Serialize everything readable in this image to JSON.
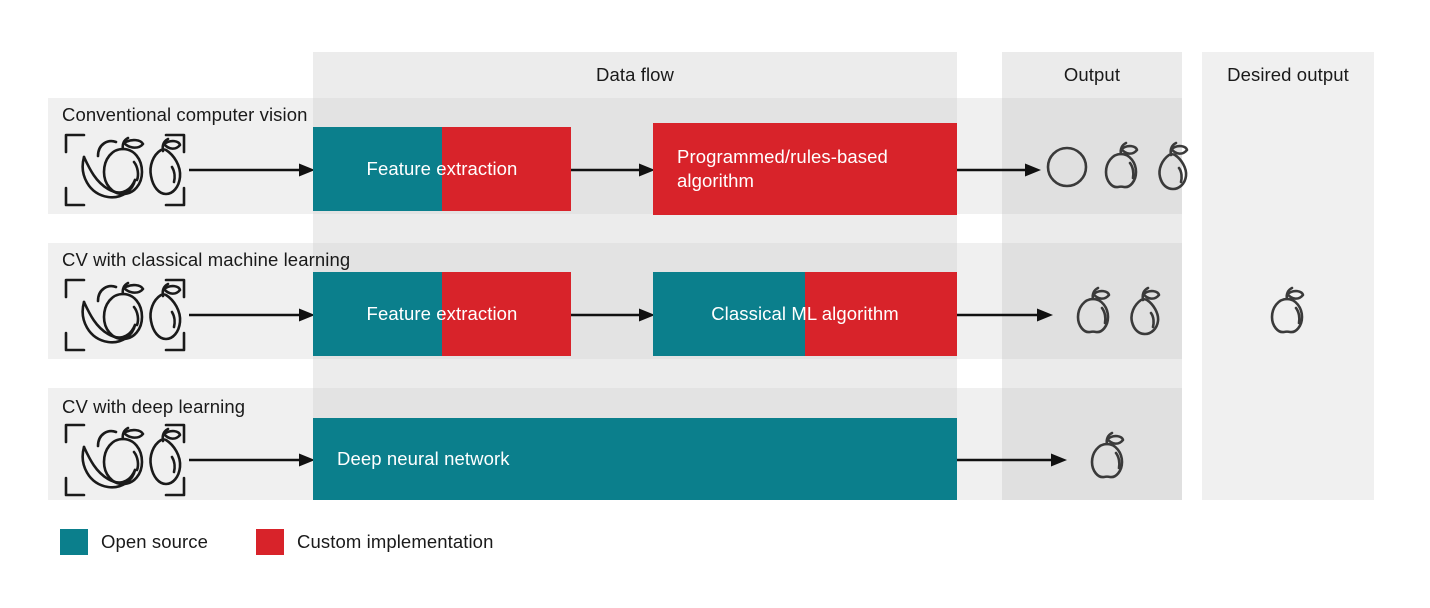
{
  "colors": {
    "teal": "#0b7f8c",
    "red": "#d8232a",
    "band_dataflow_bg": "#ececec",
    "band_output_bg": "#ebebeb",
    "band_desired_bg": "#f0f0f0",
    "row_bg": "#f0f0f0",
    "row_dataflow_bg": "#e3e3e3",
    "row_output_bg": "#e0e0e0",
    "text": "#1a1a1a",
    "box_text": "#ffffff",
    "stroke": "#3a3a3a",
    "arrow": "#111111"
  },
  "columns": {
    "data_flow": "Data flow",
    "output": "Output",
    "desired_output": "Desired output"
  },
  "rows": [
    {
      "id": "conventional",
      "title": "Conventional computer vision",
      "input_icon": "fruit-bracket-icon",
      "stages": [
        {
          "label": "Feature extraction",
          "teal_fraction": 0.5,
          "align": "center"
        },
        {
          "label": "Programmed/rules-based algorithm",
          "teal_fraction": 0.0,
          "align": "left"
        }
      ],
      "output_icons": [
        "circle-icon",
        "apple-icon",
        "pear-icon"
      ]
    },
    {
      "id": "classical-ml",
      "title": "CV with classical machine learning",
      "input_icon": "fruit-bracket-icon",
      "stages": [
        {
          "label": "Feature extraction",
          "teal_fraction": 0.5,
          "align": "center"
        },
        {
          "label": "Classical ML algorithm",
          "teal_fraction": 0.5,
          "align": "center"
        }
      ],
      "output_icons": [
        "apple-icon",
        "pear-icon"
      ]
    },
    {
      "id": "deep-learning",
      "title": "CV with deep learning",
      "input_icon": "fruit-bracket-icon",
      "stages": [
        {
          "label": "Deep neural network",
          "teal_fraction": 1.0,
          "align": "left"
        }
      ],
      "output_icons": [
        "apple-icon"
      ]
    }
  ],
  "desired_output": {
    "icon": "apple-icon"
  },
  "legend": [
    {
      "label": "Open source",
      "color": "#0b7f8c",
      "swatch": "teal-swatch"
    },
    {
      "label": "Custom implementation",
      "color": "#d8232a",
      "swatch": "red-swatch"
    }
  ]
}
